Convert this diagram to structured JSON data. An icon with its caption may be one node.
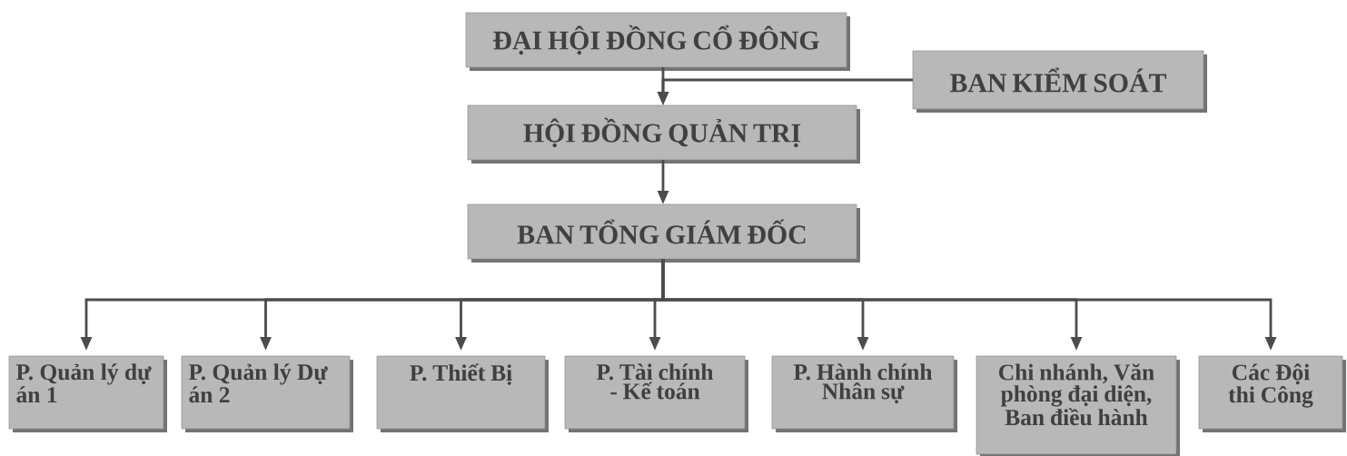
{
  "diagram": {
    "nodes": [
      {
        "text": [
          "ĐẠI HỘI ĐỒNG CỔ ĐÔNG"
        ]
      },
      {
        "text": [
          "BAN KIỂM SOÁT"
        ]
      },
      {
        "text": [
          "HỘI ĐỒNG QUẢN TRỊ"
        ]
      },
      {
        "text": [
          "BAN TỔNG GIÁM ĐỐC"
        ]
      },
      {
        "text": [
          "P. Quản lý dự án 1"
        ]
      },
      {
        "text": [
          "P. Quản lý Dự án 2"
        ]
      },
      {
        "text": [
          "P. Thiết Bị"
        ]
      },
      {
        "text": [
          "P. Tài chính - Kế toán"
        ]
      },
      {
        "text": [
          "P. Hành chính Nhân sự"
        ]
      },
      {
        "text": [
          "Chi nhánh, Văn phòng đại diện, Ban điều hành"
        ]
      },
      {
        "text": [
          "Các Đội thi Công"
        ]
      }
    ],
    "edges": [
      {
        "from": 0,
        "to": 2,
        "arrow": "to"
      },
      {
        "from": 1,
        "to": 2,
        "arrow": "to"
      },
      {
        "from": 2,
        "to": 3,
        "arrow": "to"
      },
      {
        "from": 3,
        "to": 4,
        "arrow": "to"
      },
      {
        "from": 3,
        "to": 5,
        "arrow": "to"
      },
      {
        "from": 3,
        "to": 6,
        "arrow": "to"
      },
      {
        "from": 3,
        "to": 7,
        "arrow": "to"
      },
      {
        "from": 3,
        "to": 8,
        "arrow": "to"
      },
      {
        "from": 3,
        "to": 9,
        "arrow": "to"
      },
      {
        "from": 3,
        "to": 10,
        "arrow": "to"
      }
    ]
  }
}
